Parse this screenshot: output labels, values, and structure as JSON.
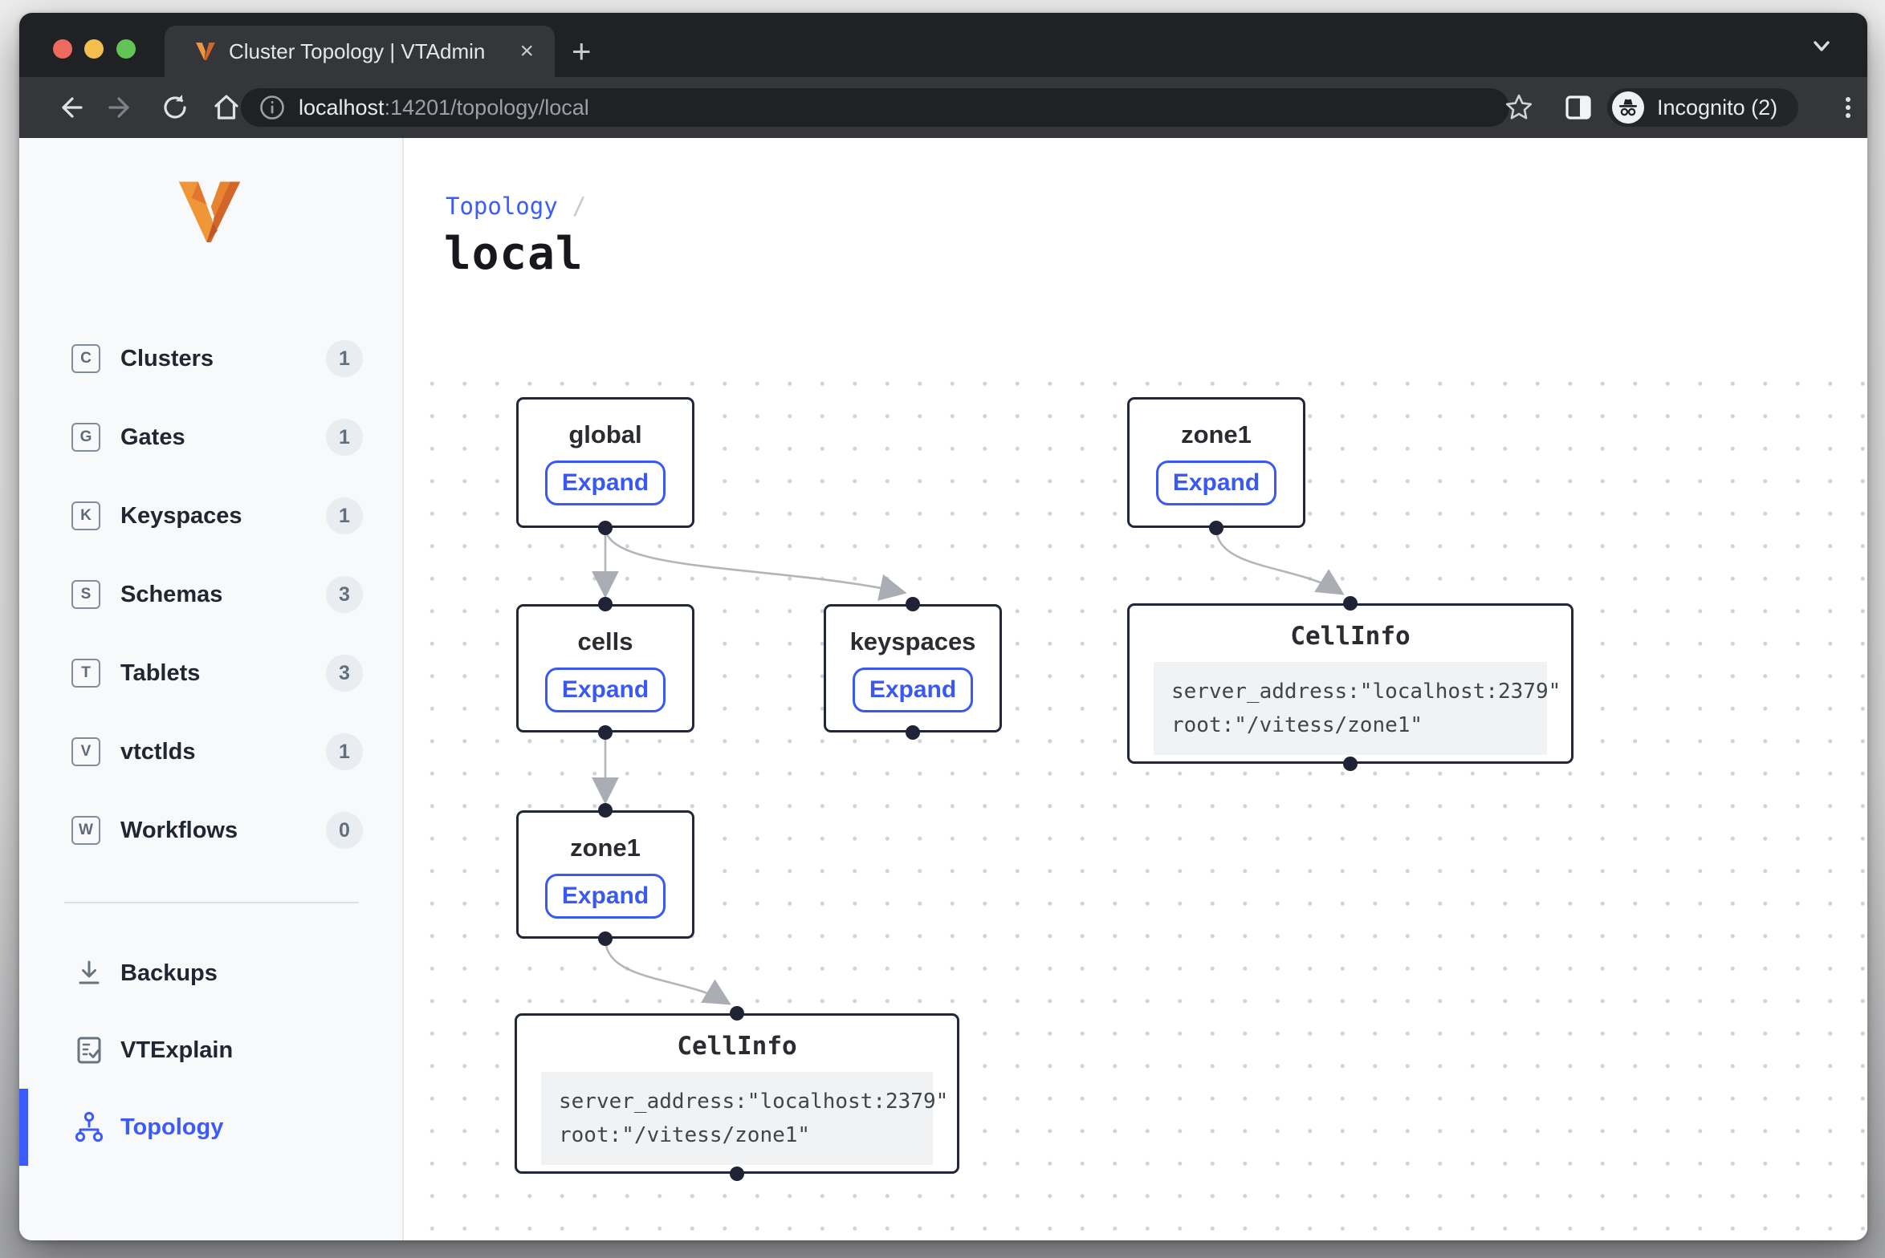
{
  "browser": {
    "tab": {
      "title": "Cluster Topology | VTAdmin",
      "close_label": "×",
      "new_tab_label": "+"
    },
    "address": {
      "host": "localhost",
      "path": ":14201/topology/local"
    },
    "incognito": {
      "label": "Incognito (2)"
    }
  },
  "sidebar": {
    "nav": [
      {
        "letter": "C",
        "label": "Clusters",
        "count": "1"
      },
      {
        "letter": "G",
        "label": "Gates",
        "count": "1"
      },
      {
        "letter": "K",
        "label": "Keyspaces",
        "count": "1"
      },
      {
        "letter": "S",
        "label": "Schemas",
        "count": "3"
      },
      {
        "letter": "T",
        "label": "Tablets",
        "count": "3"
      },
      {
        "letter": "V",
        "label": "vtctlds",
        "count": "1"
      },
      {
        "letter": "W",
        "label": "Workflows",
        "count": "0"
      }
    ],
    "tools": [
      {
        "label": "Backups"
      },
      {
        "label": "VTExplain"
      },
      {
        "label": "Topology"
      }
    ]
  },
  "page": {
    "breadcrumb": {
      "link": "Topology",
      "separator": "/"
    },
    "title": "local"
  },
  "graph": {
    "expand_label": "Expand",
    "nodes": {
      "global": {
        "title": "global"
      },
      "zone1_top": {
        "title": "zone1"
      },
      "cells": {
        "title": "cells"
      },
      "keyspaces": {
        "title": "keyspaces"
      },
      "zone1_bottom": {
        "title": "zone1"
      },
      "cellinfo_right": {
        "title": "CellInfo",
        "line1": "server_address:\"localhost:2379\"",
        "line2": "root:\"/vitess/zone1\""
      },
      "cellinfo_bottom": {
        "title": "CellInfo",
        "line1": "server_address:\"localhost:2379\"",
        "line2": "root:\"/vitess/zone1\""
      }
    }
  },
  "colors": {
    "accent_blue": "#3d5afe",
    "node_border": "#222639",
    "edge_gray": "#aaadb3",
    "vitess_orange": "#e8842f",
    "chrome_dark": "#202124",
    "chrome_toolbar": "#35363a"
  }
}
